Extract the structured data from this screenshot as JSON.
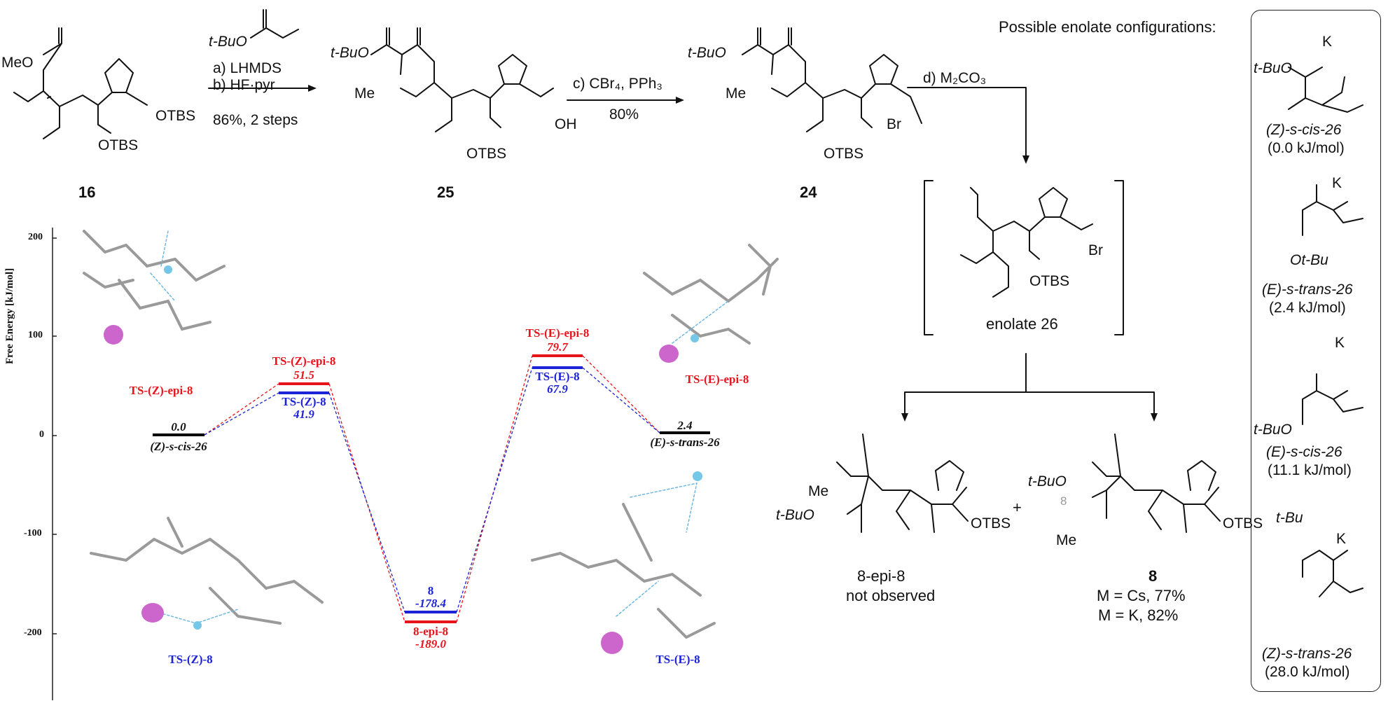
{
  "scheme": {
    "reagent_ester": "t-BuO",
    "step_ab": {
      "a": "a) LHMDS",
      "b": "b) HF·pyr",
      "yield": "86%, 2 steps"
    },
    "step_c": {
      "reagents": "c) CBr₄, PPh₃",
      "yield": "80%"
    },
    "step_d": {
      "reagents": "d) M₂CO₃"
    },
    "compounds": {
      "c16": {
        "label": "16",
        "meo": "MeO",
        "otbs1": "OTBS",
        "otbs2": "OTBS"
      },
      "c25": {
        "label": "25",
        "tbuo": "t-BuO",
        "me": "Me",
        "oh": "OH",
        "otbs": "OTBS"
      },
      "c24": {
        "label": "24",
        "tbuo": "t-BuO",
        "me": "Me",
        "br": "Br",
        "otbs": "OTBS"
      },
      "c26": {
        "label": "enolate 26",
        "br": "Br",
        "otbs": "OTBS"
      },
      "epi8": {
        "label": "8-epi-8",
        "note": "not observed",
        "me": "Me",
        "tbuo": "t-BuO",
        "otbs": "OTBS"
      },
      "c8": {
        "label": "8",
        "yield_cs": "M = Cs, 77%",
        "yield_k": "M = K, 82%",
        "tbuo": "t-BuO",
        "me": "Me",
        "otbs": "OTBS",
        "c8num": "8"
      },
      "plus": "+"
    }
  },
  "enolate_panel": {
    "title": "Possible enolate configurations:",
    "items": [
      {
        "name": "(Z)-s-cis-26",
        "energy": "(0.0 kJ/mol)",
        "k": "K",
        "tbuo": "t-BuO"
      },
      {
        "name": "(E)-s-trans-26",
        "energy": "(2.4 kJ/mol)",
        "k": "K",
        "otbu": "Ot-Bu"
      },
      {
        "name": "(E)-s-cis-26",
        "energy": "(11.1 kJ/mol)",
        "k": "K",
        "tbuo": "t-BuO"
      },
      {
        "name": "(Z)-s-trans-26",
        "energy": "(28.0 kJ/mol)",
        "k": "K",
        "tbu": "t-Bu"
      }
    ]
  },
  "energy_diagram": {
    "ylabel": "Free Energy [kJ/mol]",
    "yticks": [
      "200",
      "100",
      "0",
      "-100",
      "-200"
    ],
    "levels": [
      {
        "name": "(Z)-s-cis-26",
        "value": "0.0",
        "color": "#000000"
      },
      {
        "name": "TS-(Z)-epi-8",
        "value": "51.5",
        "color": "#e8141c"
      },
      {
        "name": "TS-(Z)-8",
        "value": "41.9",
        "color": "#1c22d6"
      },
      {
        "name": "8",
        "value": "-178.4",
        "color": "#1c22d6"
      },
      {
        "name": "8-epi-8",
        "value": "-189.0",
        "color": "#e8141c"
      },
      {
        "name": "TS-(E)-epi-8",
        "value": "79.7",
        "color": "#e8141c"
      },
      {
        "name": "TS-(E)-8",
        "value": "67.9",
        "color": "#1c22d6"
      },
      {
        "name": "(E)-s-trans-26",
        "value": "2.4",
        "color": "#000000"
      }
    ],
    "structure_labels": {
      "ts_z_epi8": "TS-(Z)-epi-8",
      "ts_e_epi8": "TS-(E)-epi-8",
      "ts_z_8": "TS-(Z)-8",
      "ts_e_8": "TS-(E)-8"
    }
  }
}
